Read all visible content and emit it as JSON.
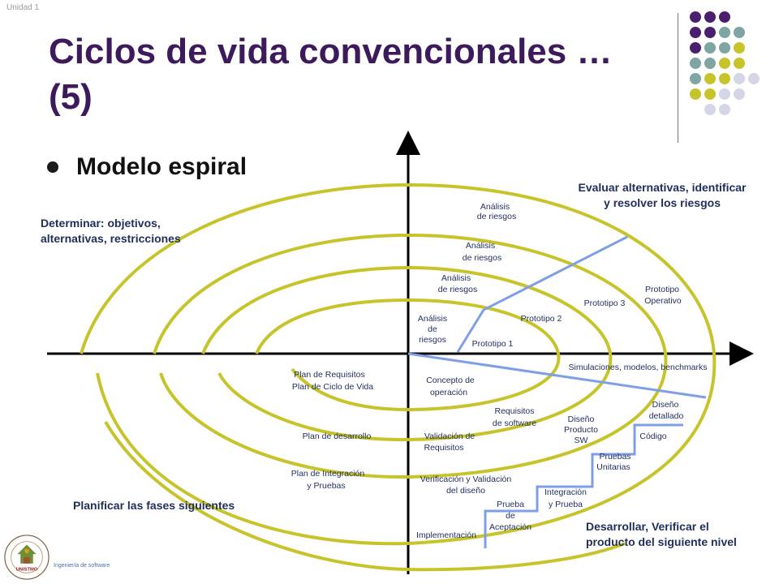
{
  "header": {
    "unit": "Unidad 1",
    "title": "Ciclos de vida convencionales … (5)"
  },
  "bullet": "Modelo espiral",
  "colors": {
    "title": "#3d1a5b",
    "spiral": "#c6c42a",
    "phase_lines": "#7f9ee8",
    "axes": "#000000",
    "dot_purple": "#4b1f6f",
    "dot_teal": "#7ea5a2",
    "dot_lime": "#c6c42a",
    "dot_lavender": "#d5d5e8"
  },
  "quadrants": {
    "top_left": [
      "Determinar: objetivos,",
      "alternativas, restricciones"
    ],
    "top_right": [
      "Evaluar alternativas, identificar",
      "y resolver los riesgos"
    ],
    "bottom_left": [
      "Planificar las fases siguientes"
    ],
    "bottom_right": [
      "Desarrollar, Verificar el",
      "producto del siguiente nivel"
    ]
  },
  "labels": {
    "risk_1": [
      "Análisis",
      "de riesgos"
    ],
    "risk_2": [
      "Análisis",
      "de riesgos"
    ],
    "risk_3": [
      "Análisis",
      "de riesgos"
    ],
    "risk_4": [
      "Análisis",
      "de",
      "riesgos"
    ],
    "proto_1": [
      "Prototipo 1"
    ],
    "proto_2": [
      "Prototipo 2"
    ],
    "proto_3": [
      "Prototipo 3"
    ],
    "proto_op": [
      "Prototipo",
      "Operativo"
    ],
    "simulations": [
      "Simulaciones, modelos, benchmarks"
    ],
    "concept": [
      "Concepto de",
      "operación"
    ],
    "sw_requirements": [
      "Requisitos",
      "de software"
    ],
    "product_design": [
      "Diseño",
      "Producto",
      "SW"
    ],
    "detailed_design": [
      "Diseño",
      "detallado"
    ],
    "code": [
      "Código"
    ],
    "unit_tests": [
      "Pruebas",
      "Unitarias"
    ],
    "integration_test": [
      "Integración",
      "y Prueba"
    ],
    "acceptance_test": [
      "Prueba",
      "de",
      "Aceptación"
    ],
    "implementation": [
      "Implementación"
    ],
    "req_validation": [
      "Validación de",
      "Requisitos"
    ],
    "design_vv": [
      "Verificación y Validación",
      "del diseño"
    ],
    "req_plan": [
      "Plan de Requisitos",
      "Plan de Ciclo de Vida"
    ],
    "dev_plan": [
      "Plan de desarrollo"
    ],
    "integration_plan": [
      "Plan de Integración",
      "y Pruebas"
    ]
  },
  "footer": {
    "course": "Ingeniería de software",
    "logo_text": "UNISTMO"
  }
}
